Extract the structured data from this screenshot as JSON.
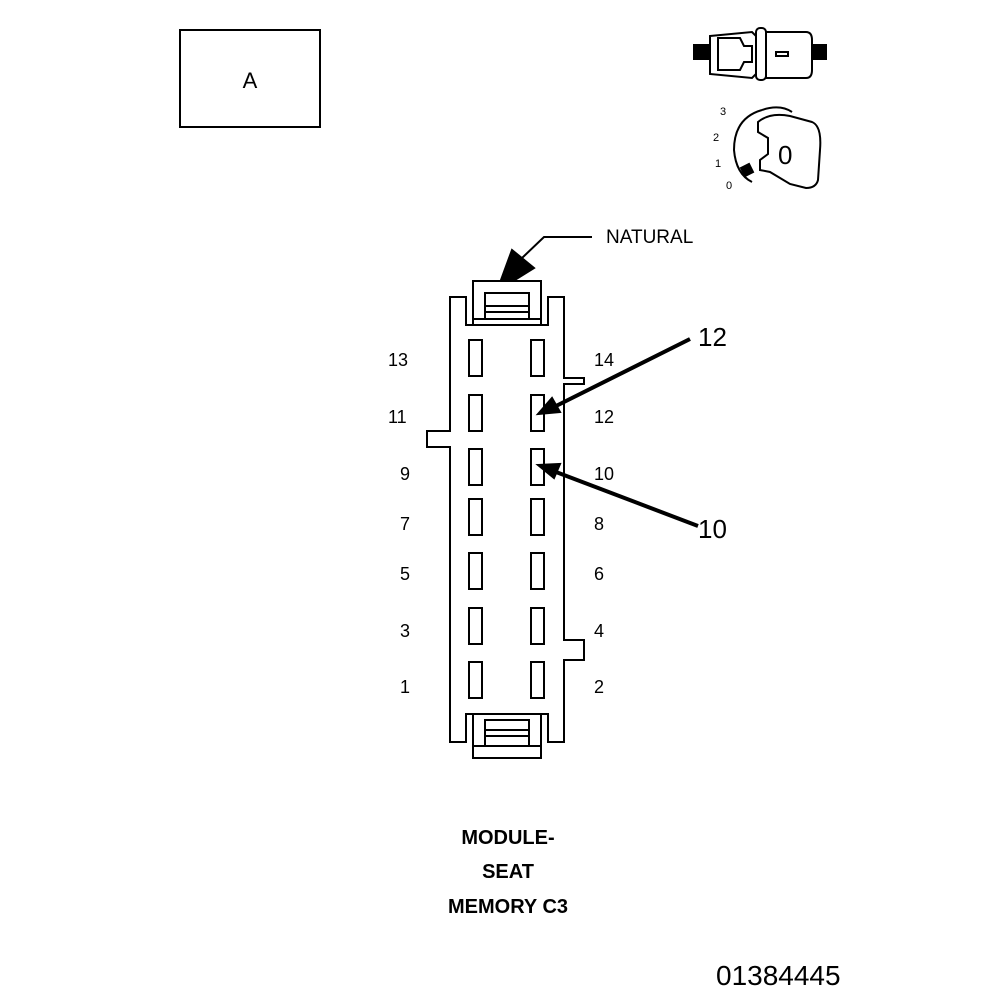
{
  "view_label": "A",
  "colors": {
    "ink": "#000000",
    "paper": "#ffffff"
  },
  "icons": [
    "connector-side-icon",
    "key-rotation-icon"
  ],
  "key_icon": {
    "positions": [
      "3",
      "2",
      "1",
      "0"
    ],
    "key_label": "0"
  },
  "connector": {
    "color_label": "NATURAL",
    "pins_left": [
      "13",
      "11",
      "9",
      "7",
      "5",
      "3",
      "1"
    ],
    "pins_right": [
      "14",
      "12",
      "10",
      "8",
      "6",
      "4",
      "2"
    ],
    "callouts": [
      "12",
      "10"
    ]
  },
  "caption": {
    "line1": "MODULE-",
    "line2": "SEAT",
    "line3": "MEMORY C3"
  },
  "figure_id": "01384445"
}
